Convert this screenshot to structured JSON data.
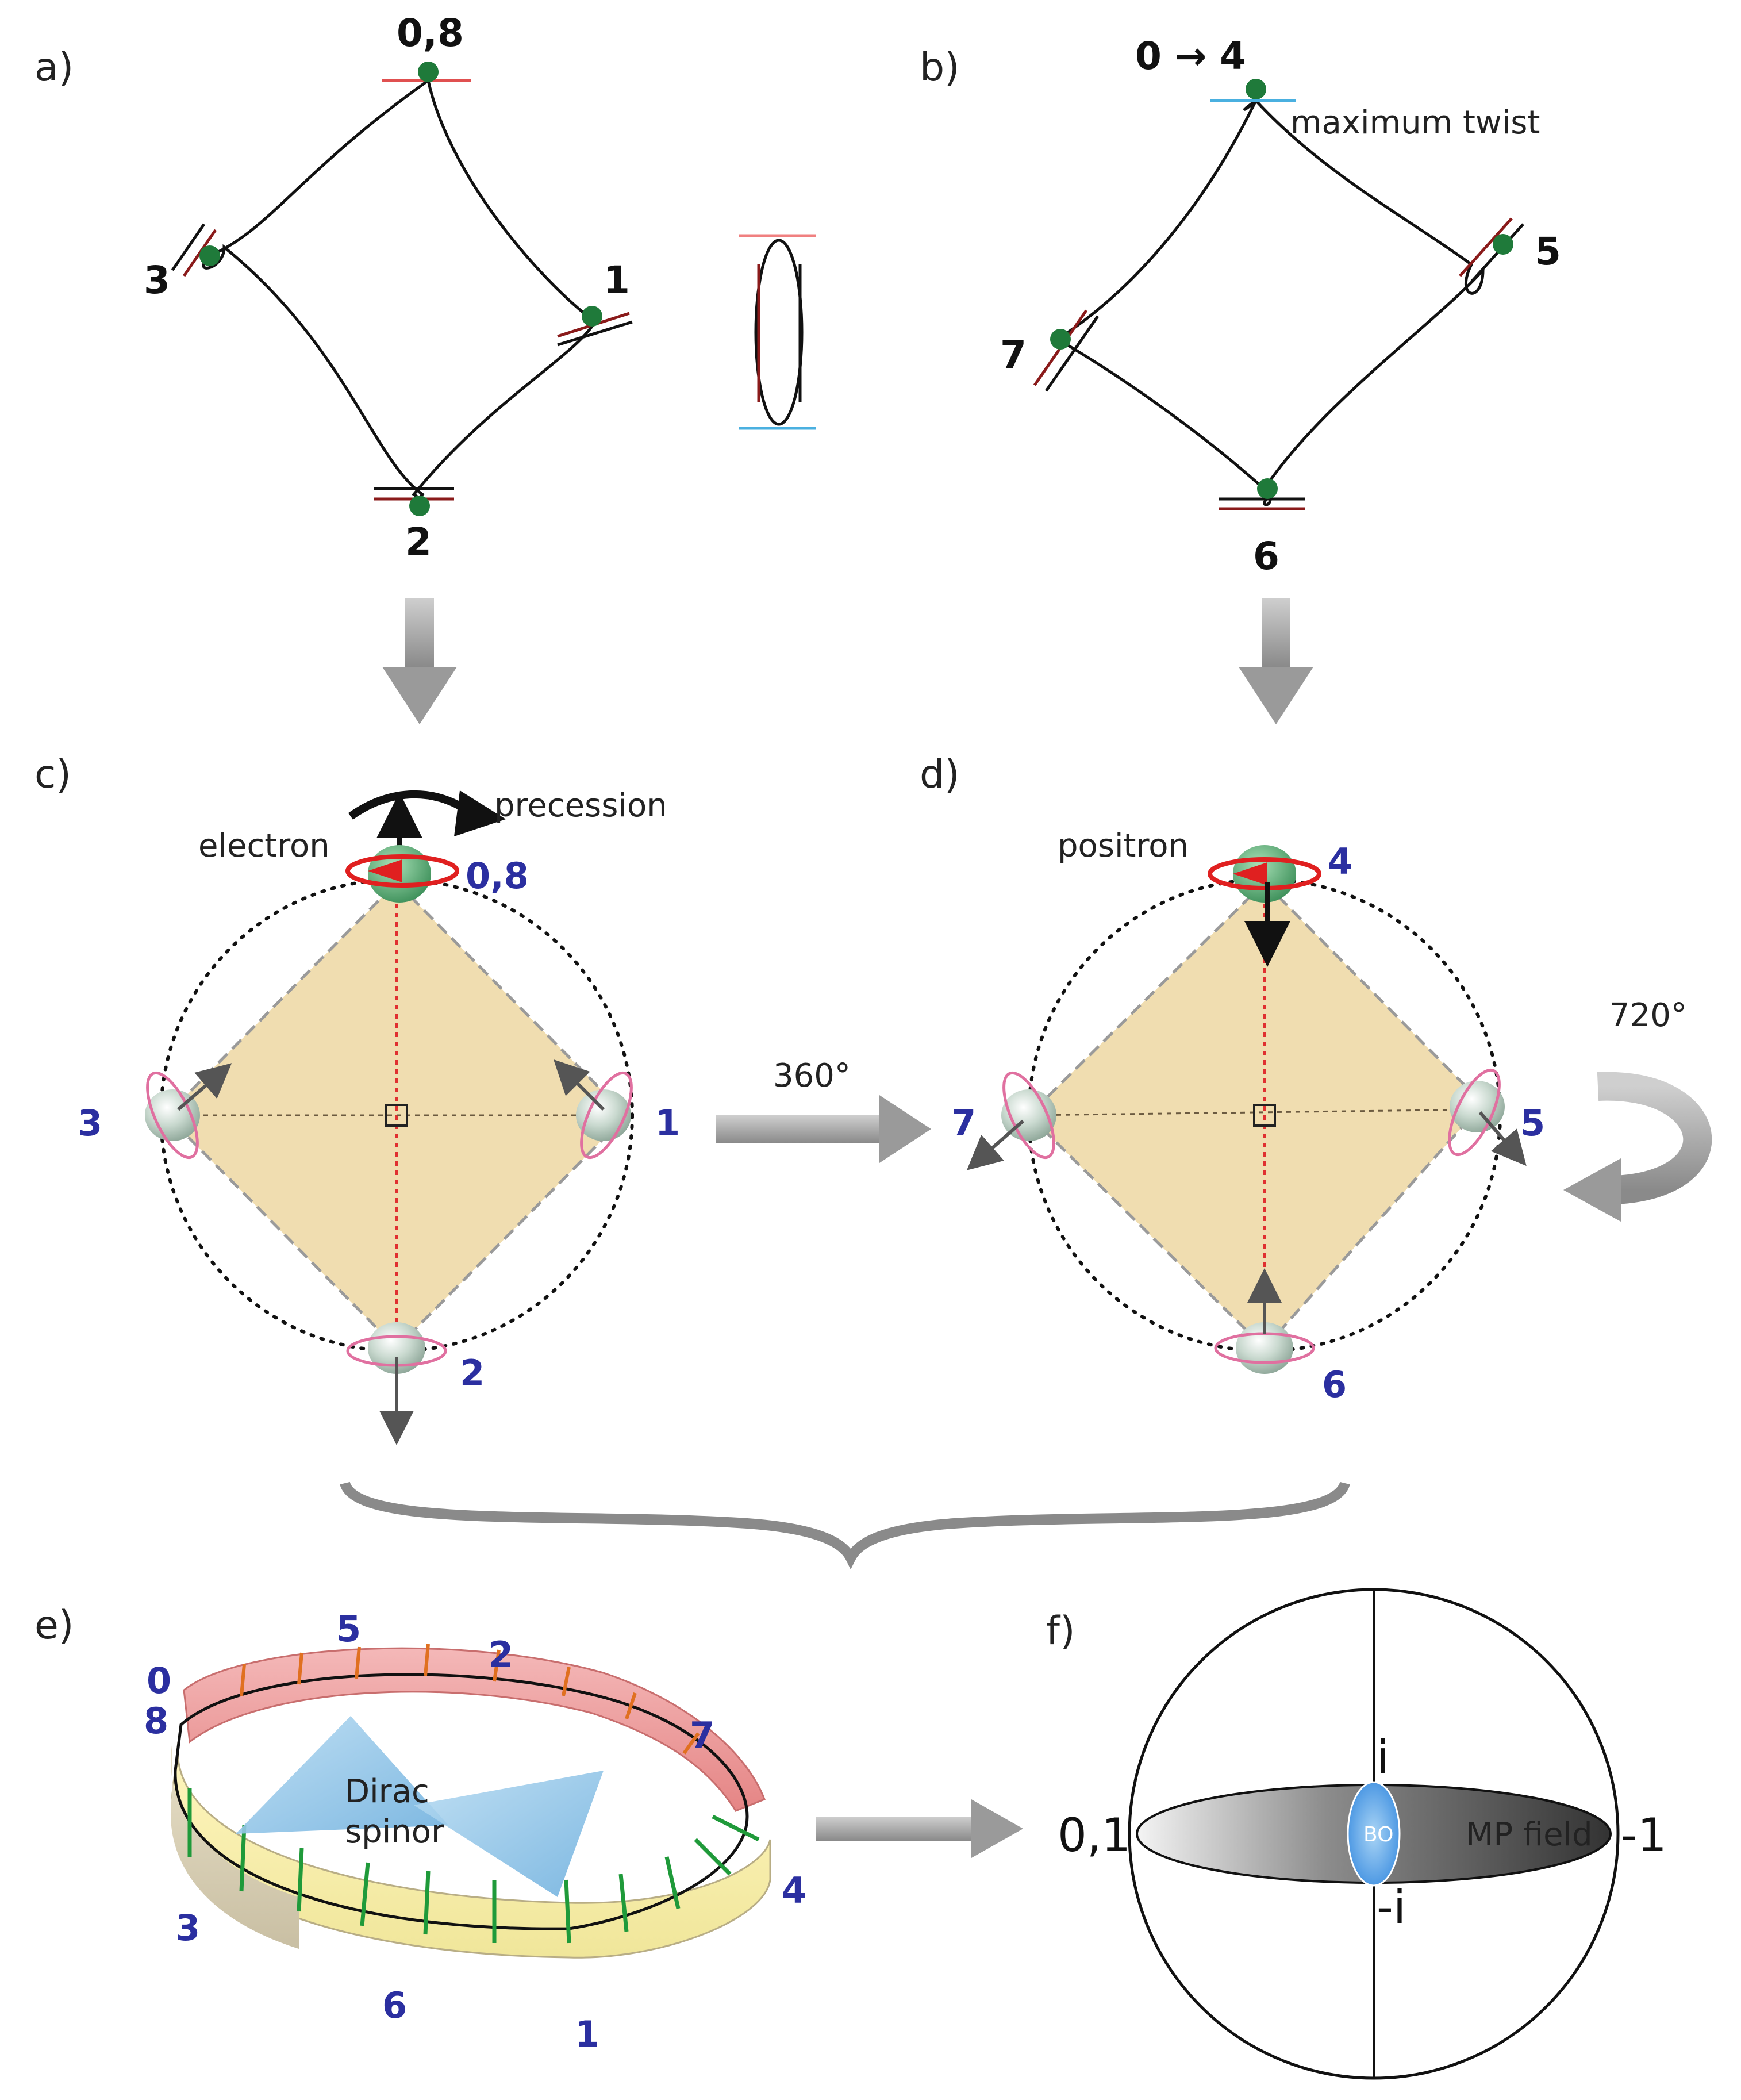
{
  "panels": {
    "a": "a)",
    "b": "b)",
    "c": "c)",
    "d": "d)",
    "e": "e)",
    "f": "f)"
  },
  "panel_a": {
    "top": "0,8",
    "right": "1",
    "bottom": "2",
    "left": "3"
  },
  "panel_b": {
    "top": "0 → 4",
    "top_note": "maximum twist",
    "right": "5",
    "bottom": "6",
    "left": "7"
  },
  "panel_c": {
    "precession": "precession",
    "particle": "electron",
    "top": "0,8",
    "right": "1",
    "bottom": "2",
    "left": "3"
  },
  "transition": {
    "angle_360": "360°",
    "angle_720": "720°"
  },
  "panel_d": {
    "particle": "positron",
    "top": "4",
    "right": "5",
    "bottom": "6",
    "left": "7"
  },
  "panel_e": {
    "labels": [
      "0",
      "8",
      "5",
      "2",
      "7",
      "4",
      "1",
      "6",
      "3"
    ],
    "spinor_line1": "Dirac",
    "spinor_line2": "spinor"
  },
  "panel_f": {
    "left": "0,1",
    "right": "-1",
    "top": "i",
    "bottom": "-i",
    "center": "BO",
    "field": "MP field"
  },
  "colors": {
    "spin_dot": "#1f7a3a",
    "red_line": "#e05050",
    "blue_line": "#4ab0e0",
    "diamond": "#f0ddb0",
    "label_blue": "#2b2fa0",
    "arrow_grey": "#a0a0a0"
  }
}
